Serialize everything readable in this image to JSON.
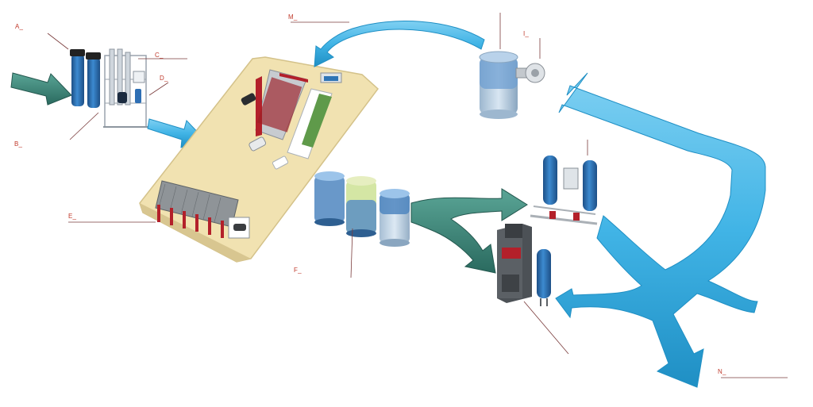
{
  "labels": {
    "a": "A_",
    "b": "B_",
    "c": "C_",
    "d": "D_",
    "e": "E_",
    "f": "F_",
    "m": "M_",
    "i": "I_",
    "n": "N_"
  },
  "colors": {
    "label_red": "#c0392b",
    "leader_line": "#7a3b3b",
    "flow_blue": "#41b4e6",
    "flow_blue_dark": "#1f8fc4",
    "flow_green": "#3f8b7d",
    "flow_green_dark": "#2a6a5f",
    "platform": "#f1e2b1",
    "tank_blue": "#2e74b5",
    "tank_dark": "#1f3f66",
    "wash_red": "#b3202a",
    "unit_gray": "#555a60"
  }
}
